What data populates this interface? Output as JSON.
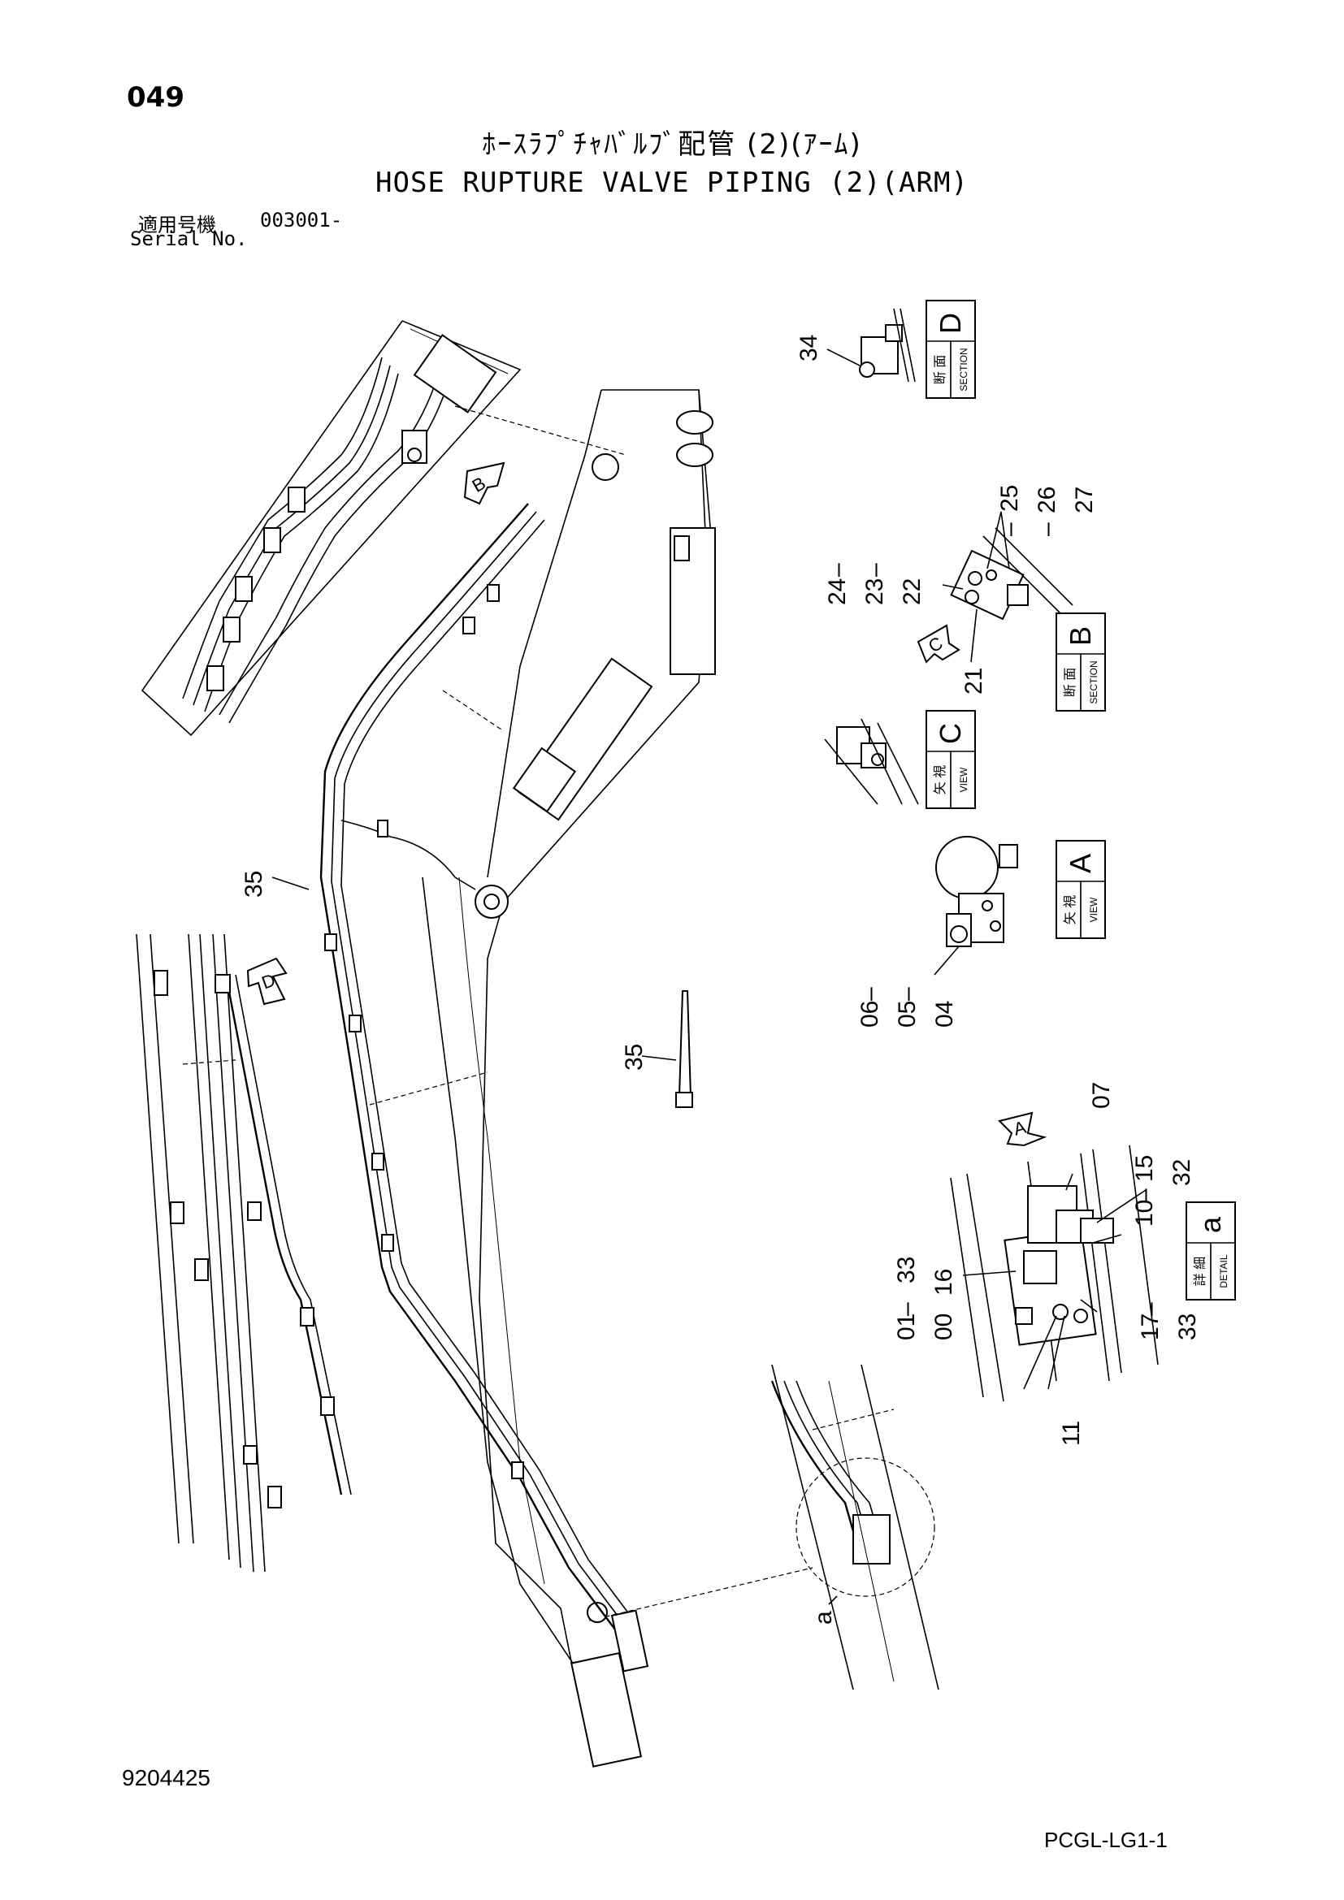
{
  "page_number": "049",
  "title": {
    "japanese": "ﾎｰｽﾗﾌﾟﾁｬﾊﾞﾙﾌﾞ配管 (2)(ｱｰﾑ)",
    "english": "HOSE RUPTURE VALVE PIPING (2)(ARM)"
  },
  "serial": {
    "label_jp": "適用号機",
    "value": "003001-",
    "label_en": "Serial No."
  },
  "view_labels": [
    {
      "id": "D",
      "jp": "断 面",
      "en": "SECTION",
      "letter": "D"
    },
    {
      "id": "B",
      "jp": "断 面",
      "en": "SECTION",
      "letter": "B"
    },
    {
      "id": "C",
      "jp": "矢 視",
      "en": "VIEW",
      "letter": "C"
    },
    {
      "id": "A",
      "jp": "矢 視",
      "en": "VIEW",
      "letter": "A"
    },
    {
      "id": "a",
      "jp": "詳 細",
      "en": "DETAIL",
      "letter": "a"
    }
  ],
  "view_arrows": [
    "B",
    "D",
    "C",
    "A"
  ],
  "callouts": {
    "c34": "34",
    "c25": "25",
    "c26": "26",
    "c27": "27",
    "c24": "24",
    "c23": "23",
    "c22": "22",
    "c21": "21",
    "c35a": "35",
    "c35b": "35",
    "c06": "06",
    "c05": "05",
    "c04": "04",
    "c07": "07",
    "c15": "15",
    "c32": "32",
    "c10": "10",
    "c33a": "33",
    "c16": "16",
    "c01": "01",
    "c00": "00",
    "c17": "17",
    "c33b": "33",
    "c11": "11",
    "ca": "a"
  },
  "document_number": "9204425",
  "sheet_code": "PCGL-LG1-1"
}
